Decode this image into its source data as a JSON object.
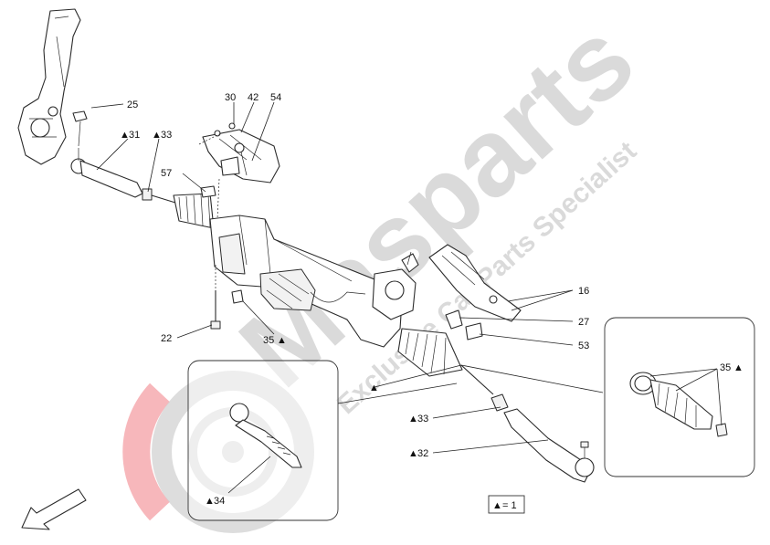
{
  "watermark": {
    "brand": "Masparts",
    "tagline": "Exclusive Car Parts Specialist",
    "logo_color": "#e8303c"
  },
  "callouts": {
    "c25": "25",
    "c31": "31",
    "c33a": "33",
    "c30": "30",
    "c42": "42",
    "c54": "54",
    "c57": "57",
    "c22": "22",
    "c35a": "35",
    "c16": "16",
    "c27": "27",
    "c53": "53",
    "c35b": "35",
    "c33b": "33",
    "c32": "32",
    "c34": "34"
  },
  "legend": {
    "marker": "▲",
    "text": "= 1"
  }
}
